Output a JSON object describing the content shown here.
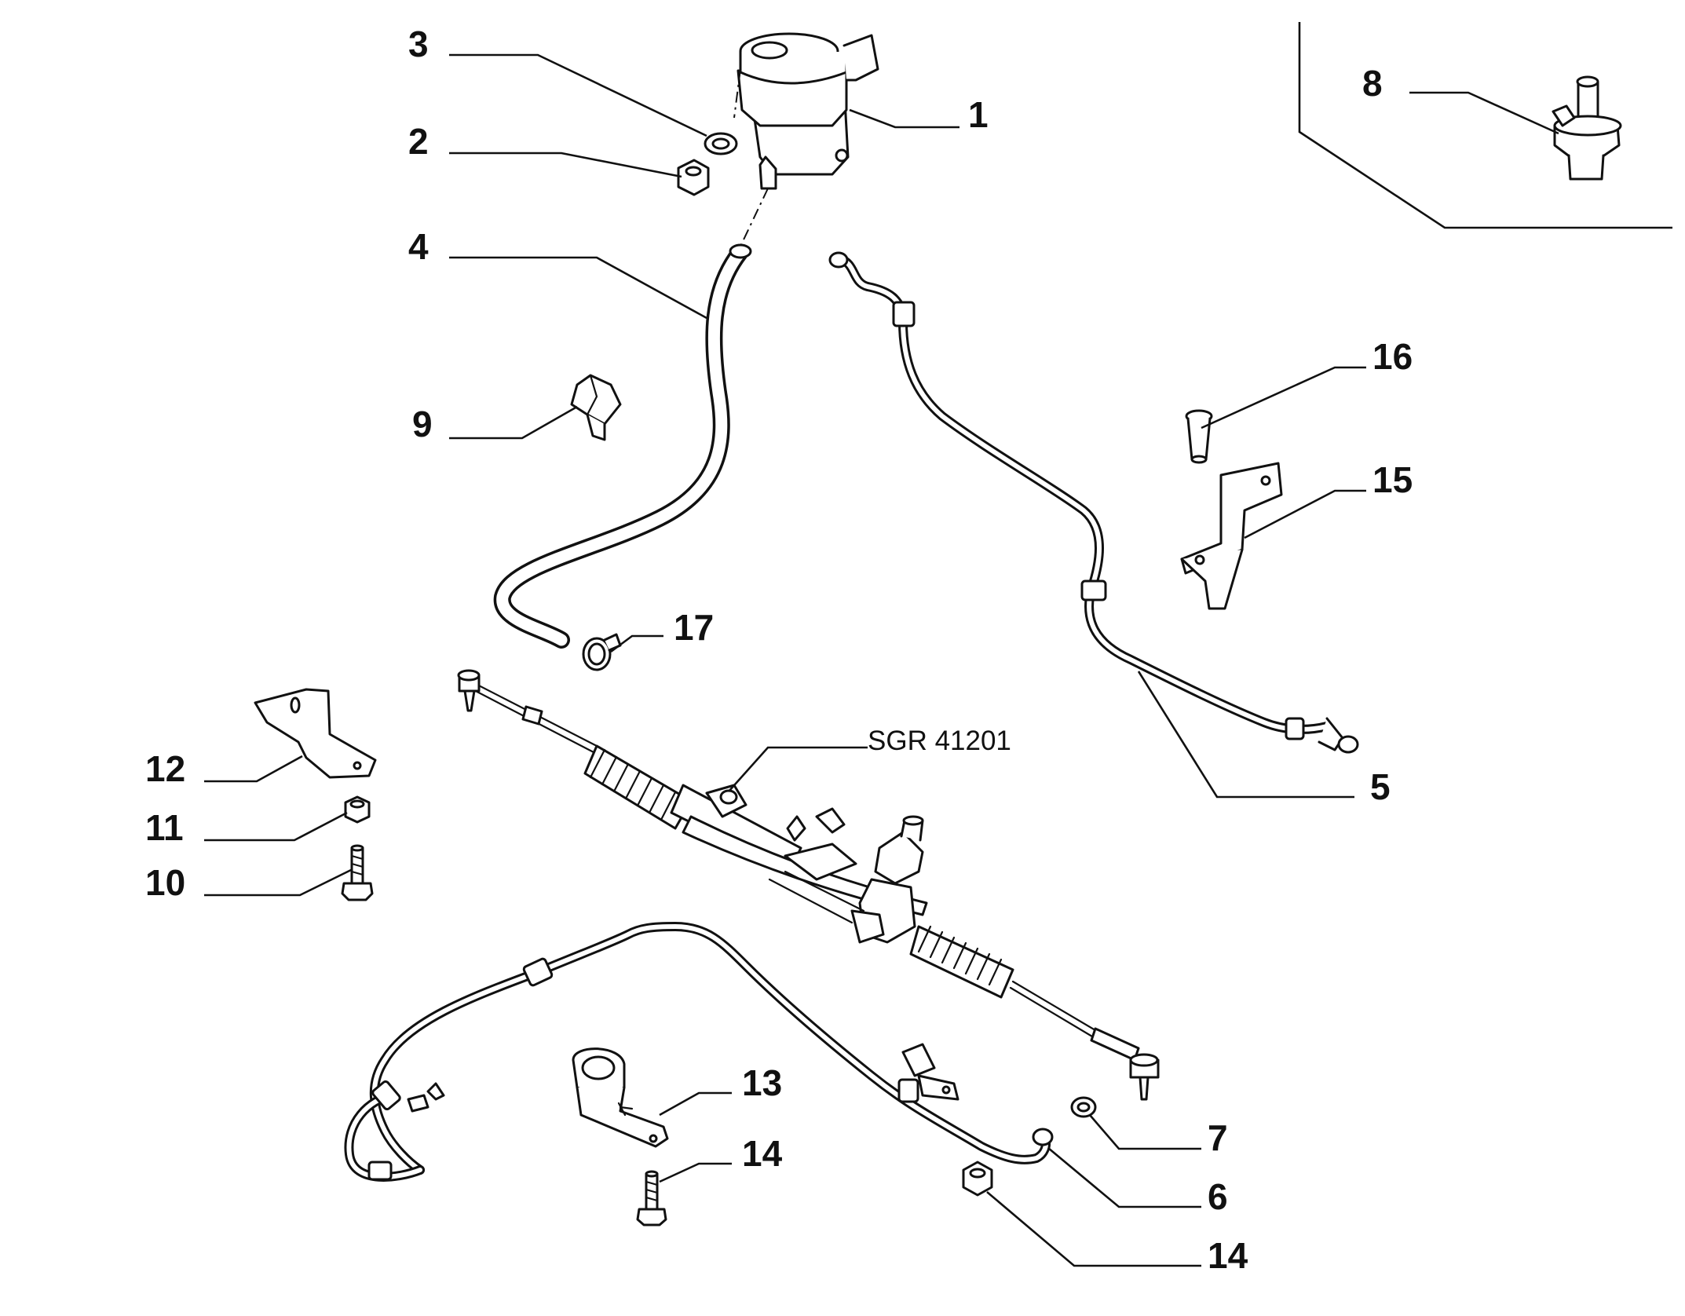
{
  "callouts": [
    {
      "id": "c1",
      "text": "1"
    },
    {
      "id": "c2",
      "text": "2"
    },
    {
      "id": "c3",
      "text": "3"
    },
    {
      "id": "c4",
      "text": "4"
    },
    {
      "id": "c5",
      "text": "5"
    },
    {
      "id": "c6",
      "text": "6"
    },
    {
      "id": "c7",
      "text": "7"
    },
    {
      "id": "c8",
      "text": "8"
    },
    {
      "id": "c9",
      "text": "9"
    },
    {
      "id": "c10",
      "text": "10"
    },
    {
      "id": "c11",
      "text": "11"
    },
    {
      "id": "c12",
      "text": "12"
    },
    {
      "id": "c13",
      "text": "13"
    },
    {
      "id": "c14a",
      "text": "14"
    },
    {
      "id": "c14b",
      "text": "14"
    },
    {
      "id": "c15",
      "text": "15"
    },
    {
      "id": "c16",
      "text": "16"
    },
    {
      "id": "c17",
      "text": "17"
    }
  ],
  "assembly_code": "SGR 41201"
}
